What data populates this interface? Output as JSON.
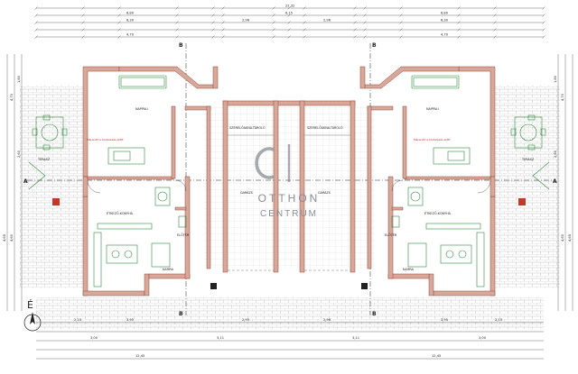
{
  "colors": {
    "wall": "#b57b6a",
    "wall_fill": "#d9a79a",
    "line": "#333333",
    "dim": "#444444",
    "furniture": "#2e8b3a",
    "paving": "#9a9a9a",
    "note": "#d21c1c",
    "watermark": "#8a8f96"
  },
  "dimensions": {
    "top_overall": "22,32",
    "top_row1_left": "6,80",
    "top_row1_right": "6,80",
    "top_row1_mid": "6,15",
    "top_row2": [
      "6,30",
      "2,96",
      "2,96",
      "6,30"
    ],
    "top_row3_left": "4,70",
    "top_row3_right": "4,70",
    "bottom_row1": [
      "2,10",
      "3,95",
      "2,95",
      "2,96",
      "3,95",
      "2,10"
    ],
    "bottom_row2": [
      "3,00",
      "3,11",
      "3,11",
      "3,00"
    ],
    "bottom_overall": "12,45",
    "left_side": [
      "4,70",
      "1,80",
      "2,60",
      "4,60",
      "4,65"
    ],
    "right_side": [
      "4,70",
      "1,80",
      "2,60",
      "4,60",
      "4,65"
    ]
  },
  "rooms": {
    "nappali_left": "NAPPALI",
    "nappali_right": "NAPPALI",
    "terasz_left": "TERASZ",
    "terasz_right": "TERASZ",
    "garazs_left": "GARÁZS",
    "garazs_right": "GARÁZS",
    "etkezo_left": "ÉTKEZŐ-KONYHA",
    "etkezo_right": "ÉTKEZŐ-KONYHA",
    "kamra_left": "KAMRA",
    "kamra_right": "KAMRA",
    "eloter_left": "ELŐTÉR",
    "eloter_right": "ELŐTÉR",
    "szerelo_left": "SZERELŐAKNA-TÁROLÓ",
    "szerelo_right": "SZERELŐAKNA-TÁROLÓ"
  },
  "notes": {
    "red_note_left": "Mérendő a kivitelezés előtt",
    "red_note_right": "Mérendő a kivitelezés előtt"
  },
  "sections": {
    "a": "A",
    "b": "B"
  },
  "north": "É",
  "watermark": {
    "logo": "OC",
    "line1": "OTTHON",
    "line2": "CENTRUM"
  }
}
